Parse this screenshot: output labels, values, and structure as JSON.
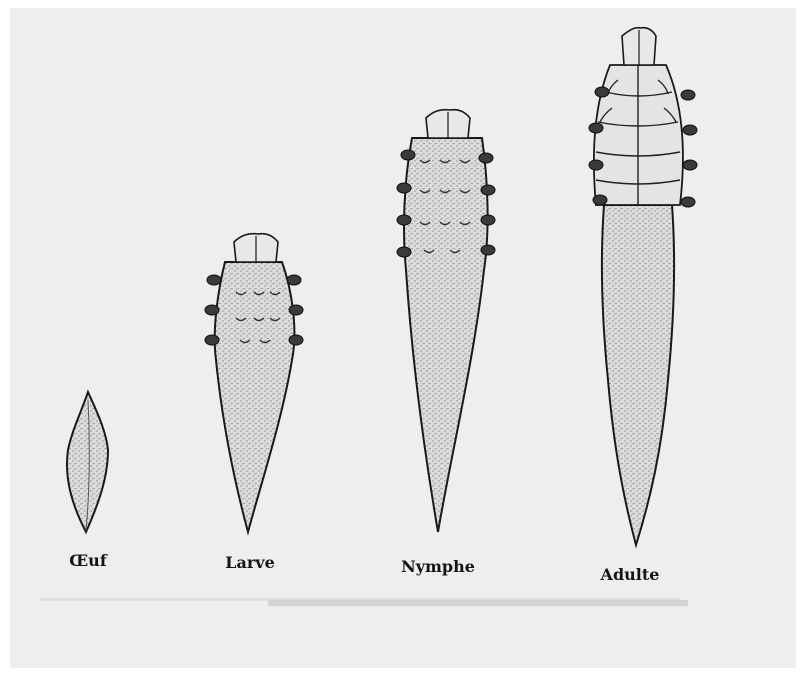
{
  "figure": {
    "stages": [
      {
        "id": "egg",
        "label": "Œuf"
      },
      {
        "id": "larva",
        "label": "Larve"
      },
      {
        "id": "nymph",
        "label": "Nymphe"
      },
      {
        "id": "adult",
        "label": "Adulte"
      }
    ]
  }
}
